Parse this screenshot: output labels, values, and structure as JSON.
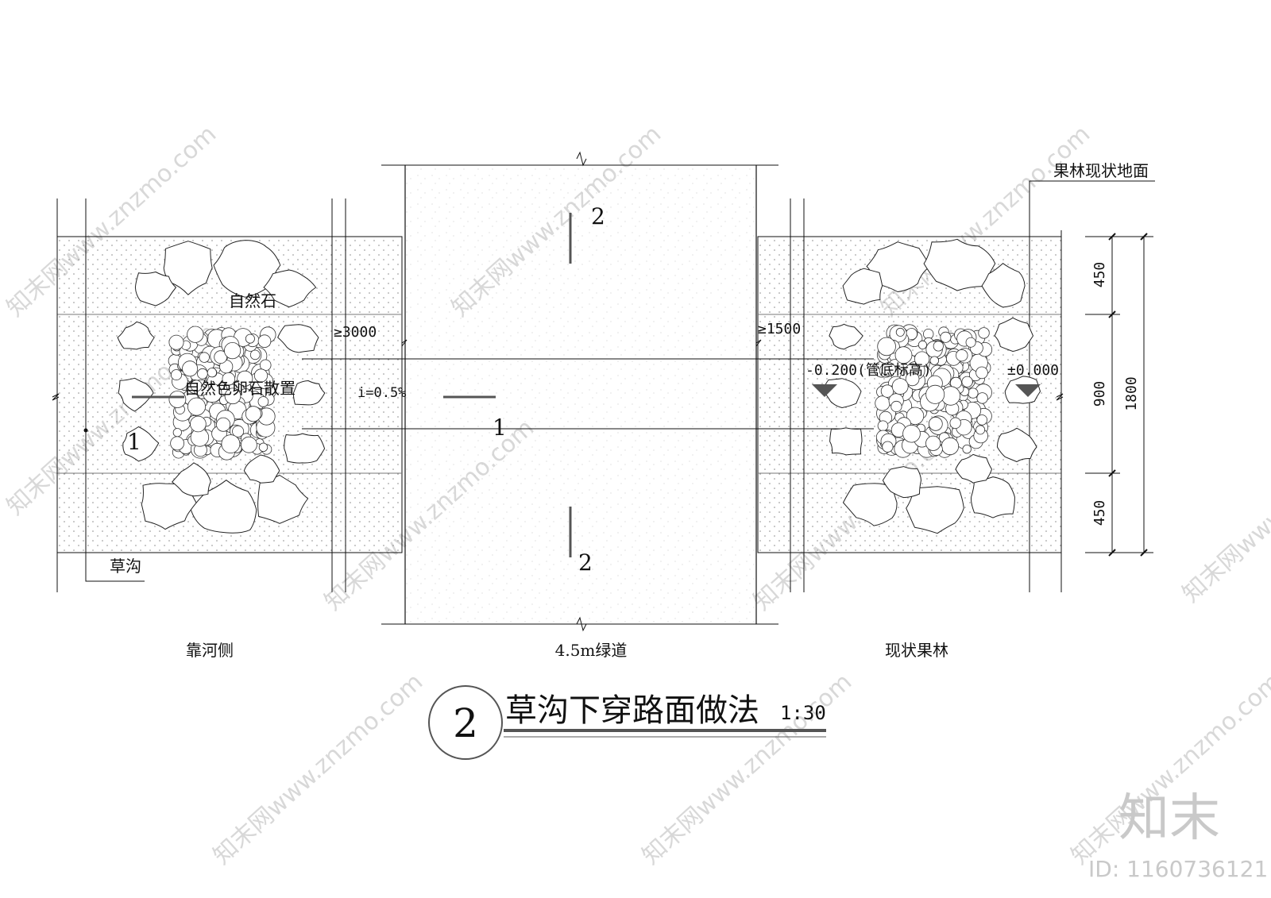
{
  "labels": {
    "natural_stone": "自然石",
    "pebble_scatter": "自然色卵石散置",
    "grass_ditch": "草沟",
    "river_side": "靠河侧",
    "greenway": "4.5m绿道",
    "orchard": "现状果林",
    "orchard_ground": "果林现状地面",
    "min_3000": "≥3000",
    "min_1500": "≥1500",
    "slope": "i=0.5%",
    "pipe_bottom": "-0.200(管底标高)",
    "zero_level": "±0.000"
  },
  "section_marks": {
    "top": "2",
    "bottom": "2",
    "left": "1",
    "right": "1"
  },
  "dimensions": {
    "d_top": "450",
    "d_mid": "900",
    "d_bottom": "450",
    "d_total": "1800"
  },
  "title": {
    "number": "2",
    "text": "草沟下穿路面做法",
    "scale": "1:30"
  },
  "watermark": {
    "text": "知末网www.znzmo.com",
    "brand": "知末",
    "id": "ID: 1160736121"
  },
  "colors": {
    "line": "#111111",
    "hatch": "#9a9a9a",
    "marker": "#555555",
    "watermark": "#d8d8d8"
  }
}
